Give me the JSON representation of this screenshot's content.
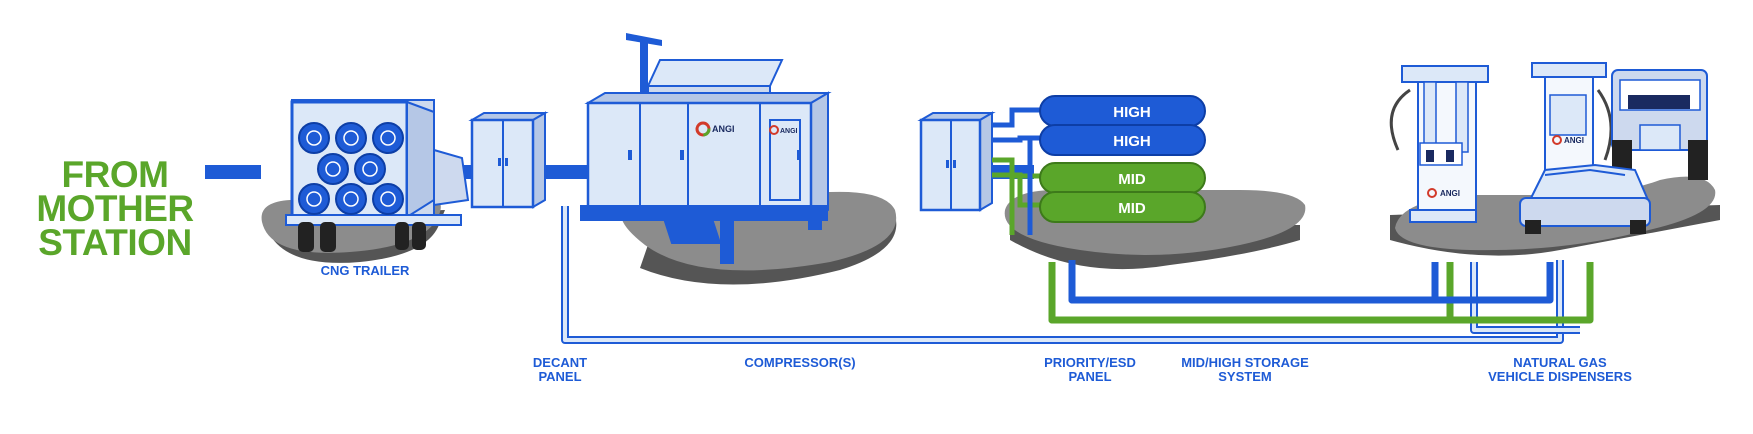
{
  "origin": {
    "line1": "FROM",
    "line2": "MOTHER",
    "line3": "STATION"
  },
  "labels": {
    "trailer": "CNG TRAILER",
    "decant": {
      "l1": "DECANT",
      "l2": "PANEL"
    },
    "compressor": "COMPRESSOR(S)",
    "priority": {
      "l1": "PRIORITY/ESD",
      "l2": "PANEL"
    },
    "storage": {
      "l1": "MID/HIGH STORAGE",
      "l2": "SYSTEM"
    },
    "dispensers": {
      "l1": "NATURAL GAS",
      "l2": "VEHICLE DISPENSERS"
    }
  },
  "tanks": [
    "HIGH",
    "HIGH",
    "MID",
    "MID"
  ],
  "brand": "ANGI",
  "colors": {
    "blue": "#1e5bd6",
    "green": "#5aa62a",
    "light_blue": "#dce8f8",
    "gray": "#8c8c8c",
    "dark_gray": "#555555"
  }
}
